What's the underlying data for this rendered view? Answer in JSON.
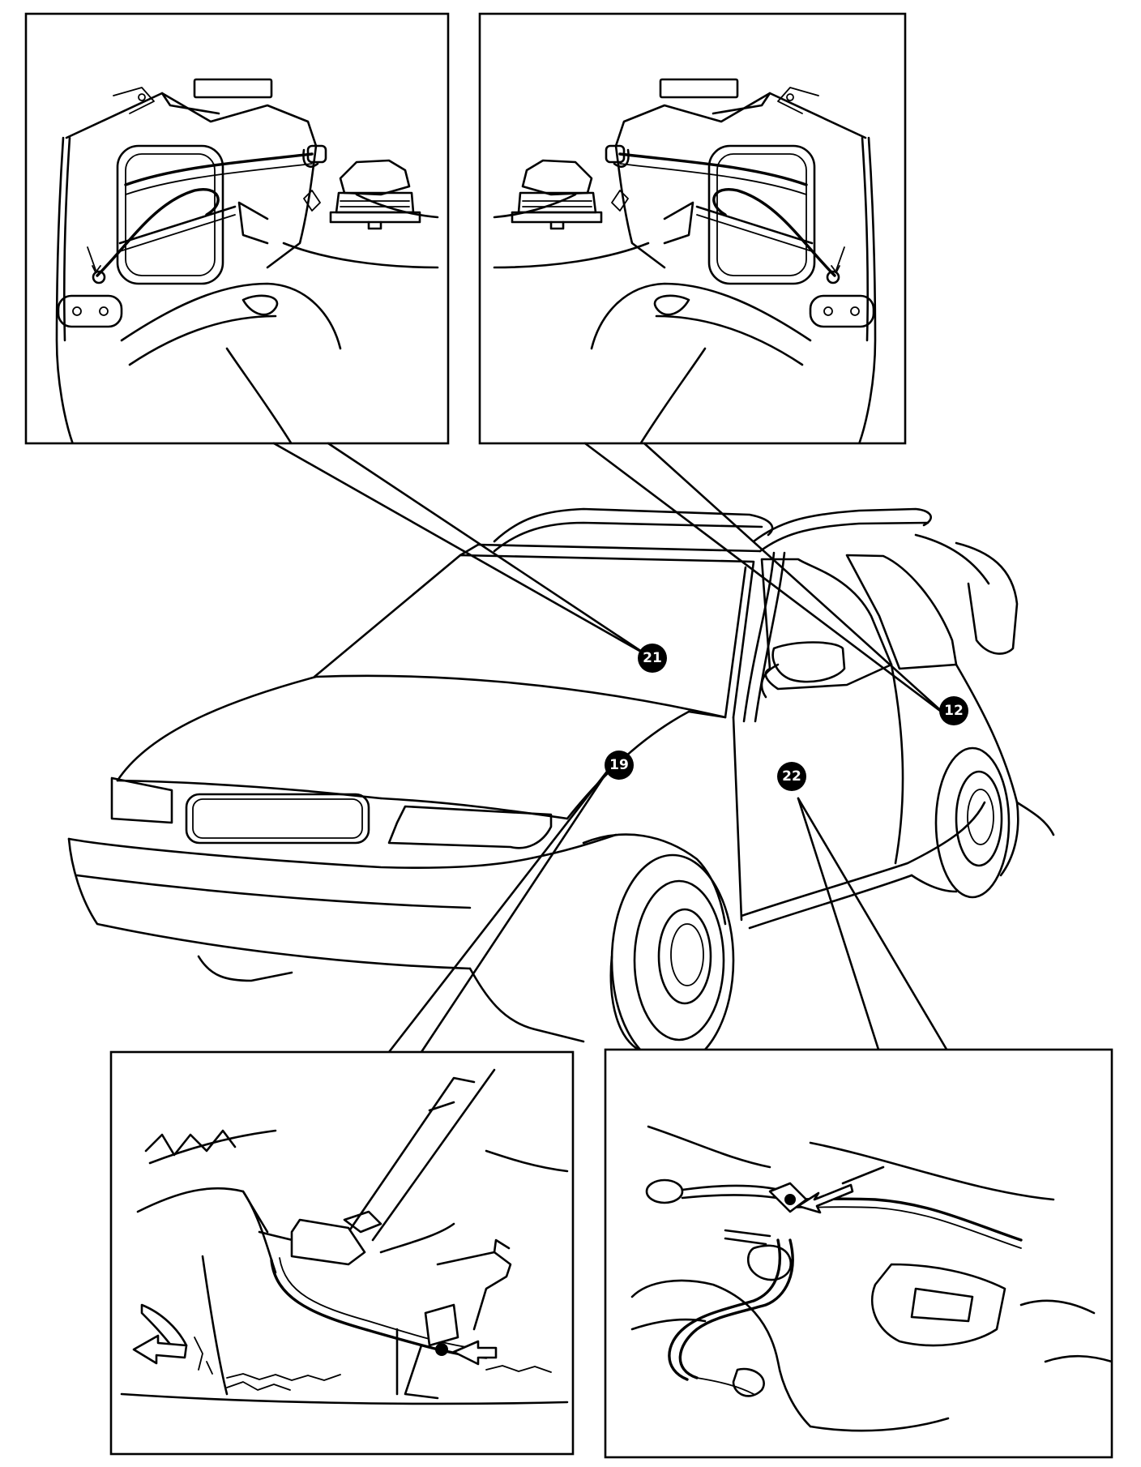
{
  "callouts": [
    {
      "id": "21",
      "label": "21"
    },
    {
      "id": "12",
      "label": "12"
    },
    {
      "id": "22",
      "label": "22"
    },
    {
      "id": "19",
      "label": "19"
    }
  ],
  "colors": {
    "line": "#000000",
    "background": "#ffffff",
    "badge": "#000000",
    "badge_text": "#ffffff"
  }
}
